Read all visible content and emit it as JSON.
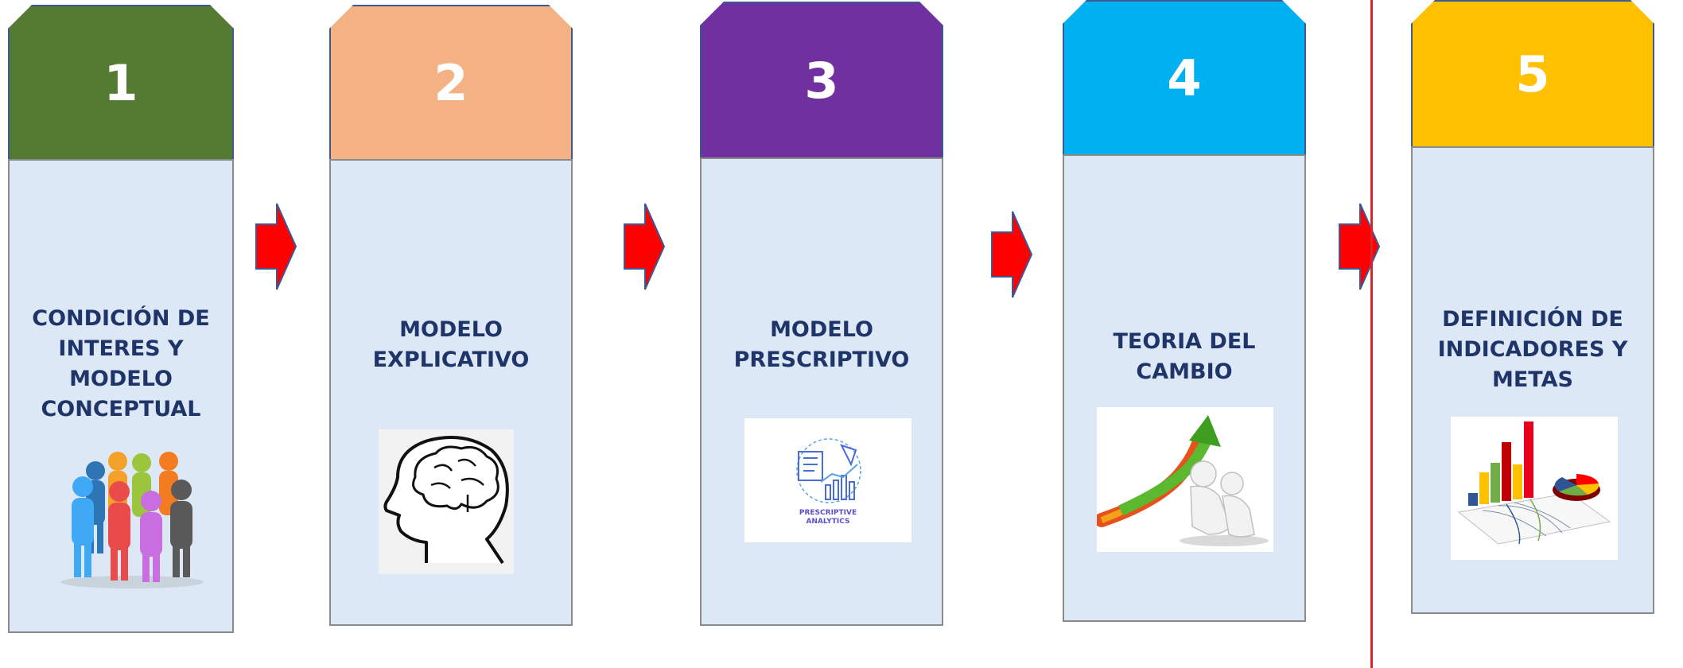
{
  "steps": [
    {
      "number": "1",
      "color": "#557a31",
      "label_lines": [
        "CONDICIÓN DE",
        "INTERES Y",
        "MODELO",
        "CONCEPTUAL"
      ],
      "image_icon": "people-icon"
    },
    {
      "number": "2",
      "color": "#f4b183",
      "label_lines": [
        "MODELO",
        "EXPLICATIVO"
      ],
      "image_icon": "brain-head-icon"
    },
    {
      "number": "3",
      "color": "#7030a0",
      "label_lines": [
        "MODELO",
        "PRESCRIPTIVO"
      ],
      "image_icon": "prescriptive-analytics-icon",
      "image_caption": [
        "PRESCRIPTIVE",
        "ANALYTICS"
      ]
    },
    {
      "number": "4",
      "color": "#00b0f0",
      "label_lines": [
        "TEORIA DEL CAMBIO"
      ],
      "image_icon": "growth-arrow-icon"
    },
    {
      "number": "5",
      "color": "#ffc000",
      "label_lines": [
        "DEFINICIÓN DE",
        "INDICADORES Y",
        "METAS"
      ],
      "image_icon": "charts-icon"
    }
  ],
  "arrow_color": "#ff0000",
  "divider_color": "#d9252b"
}
